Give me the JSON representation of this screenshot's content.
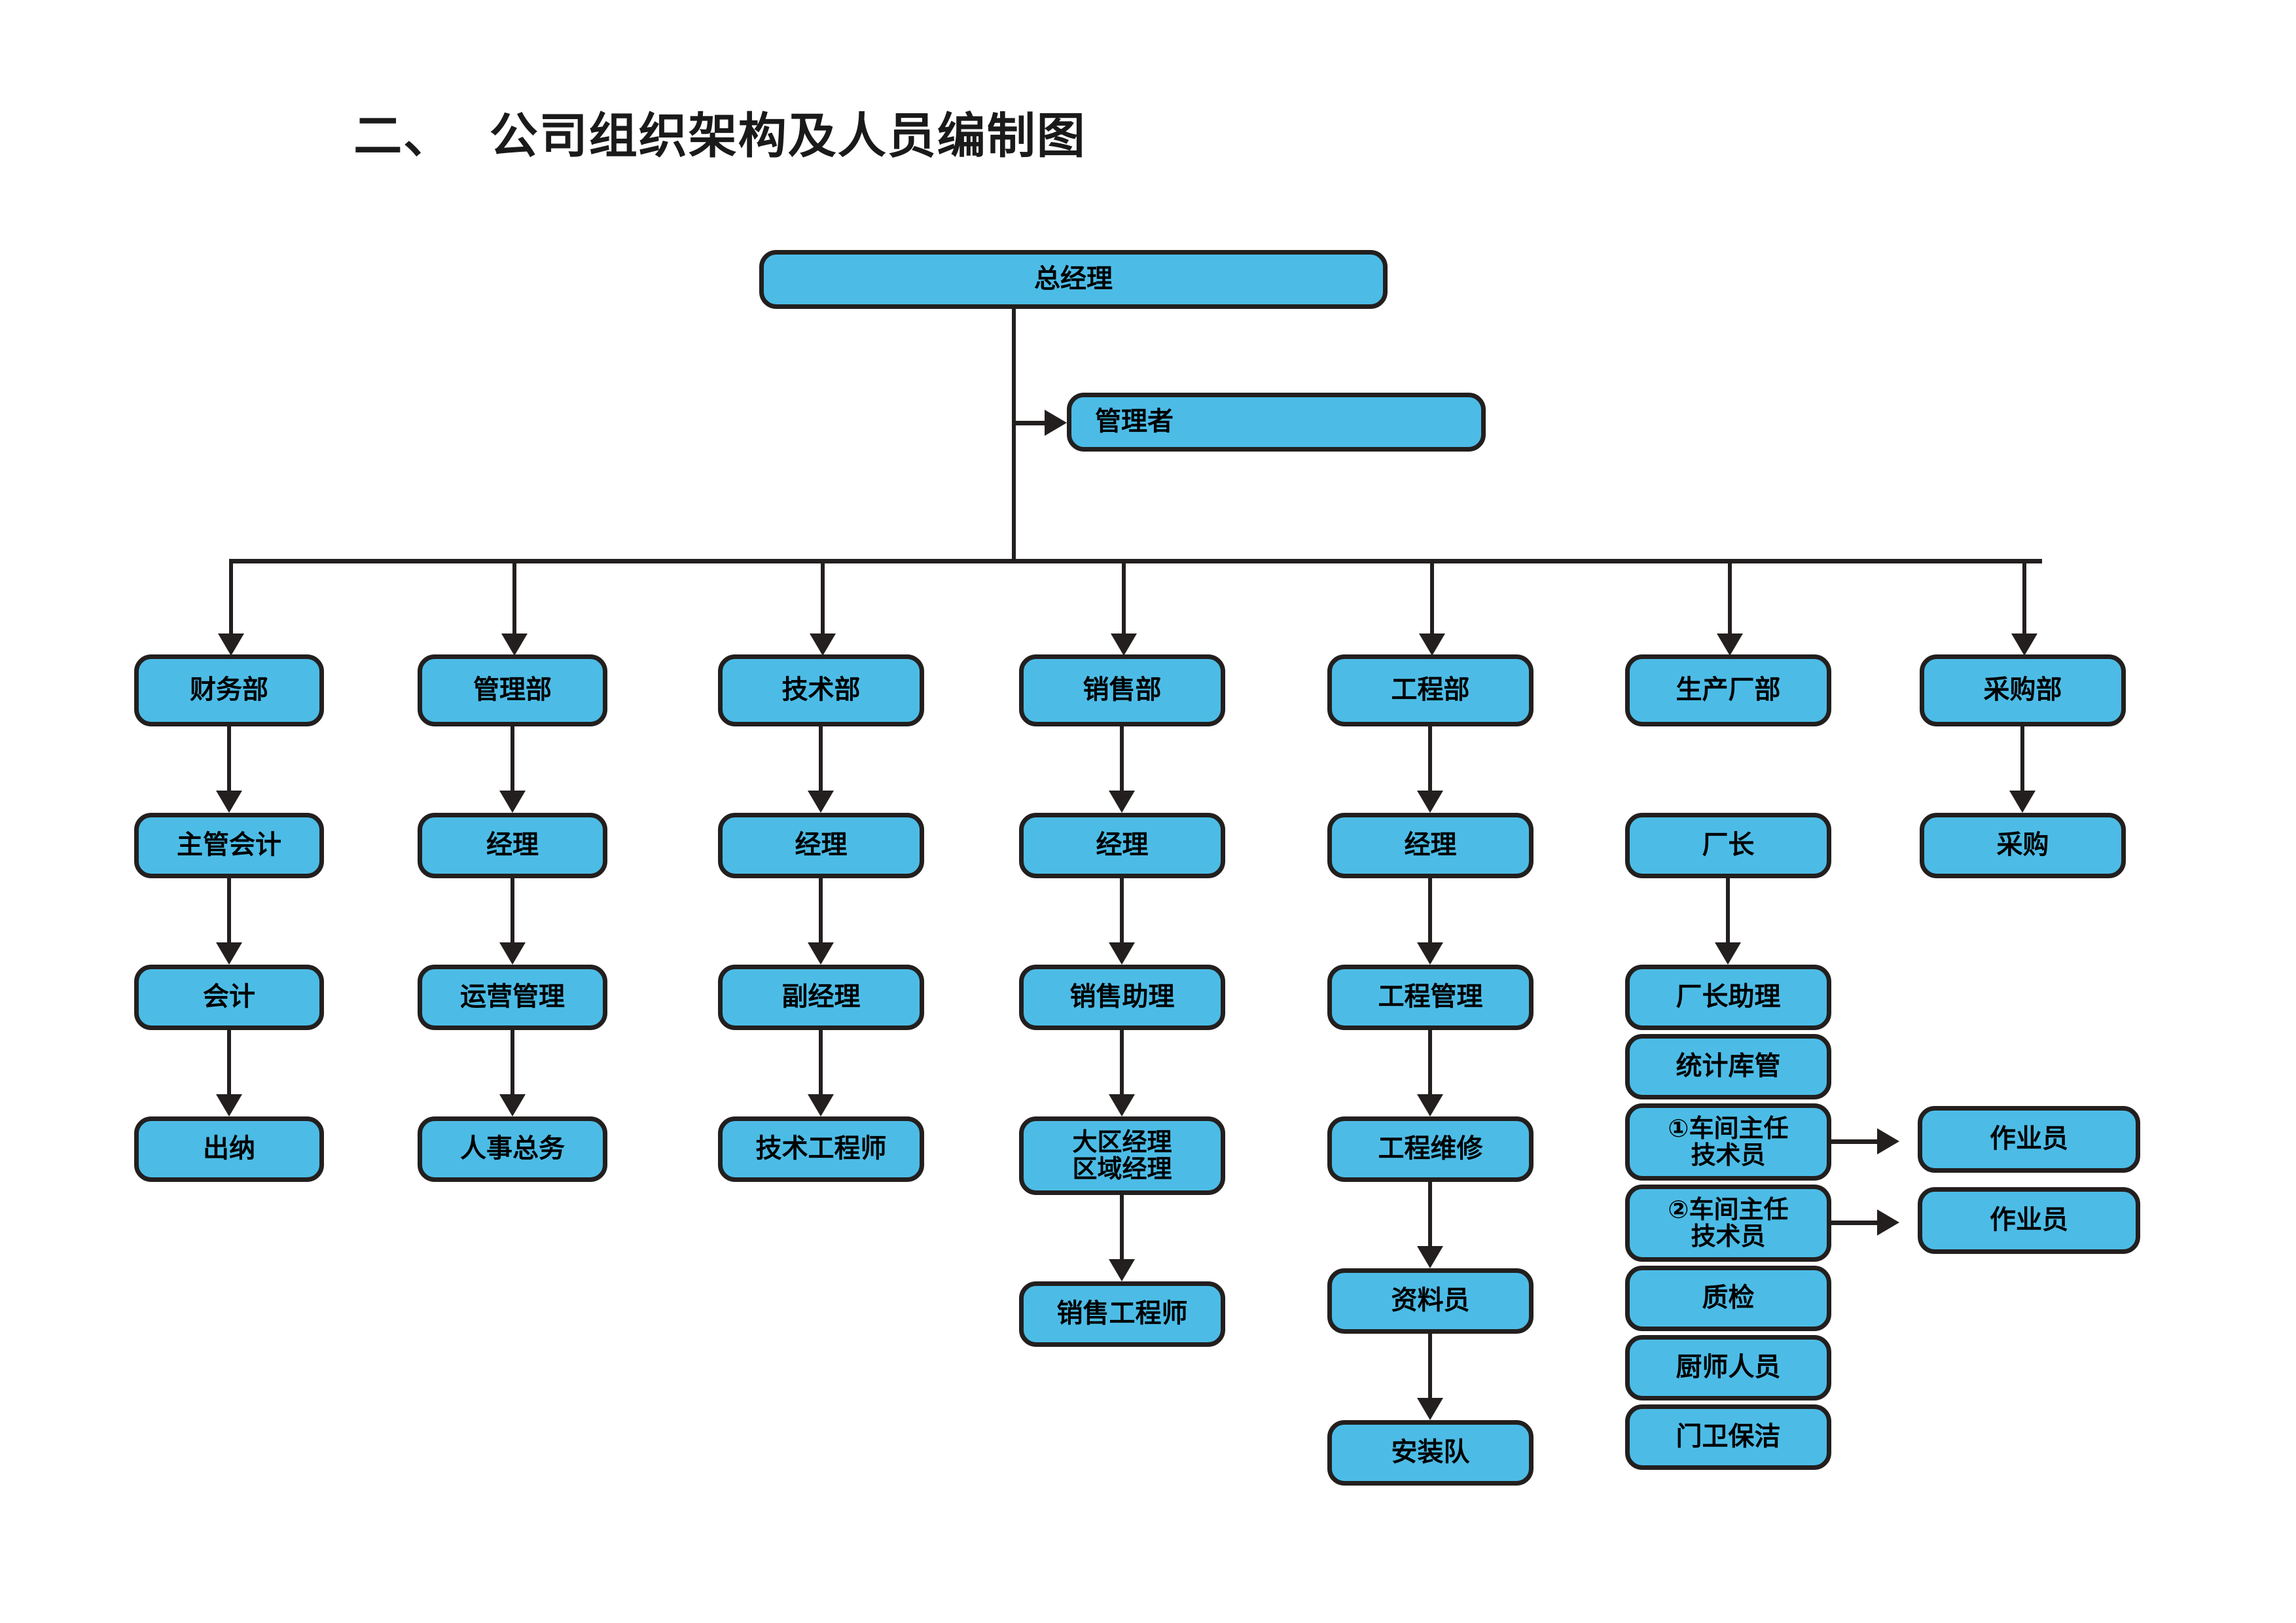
{
  "title": "二、  公司组织架构及人员编制图",
  "theme": {
    "node_fill": "#4cbce6",
    "node_border": "#231f1e",
    "page_background": "#ffffff",
    "text_color": "#000000"
  },
  "top": {
    "general_manager": "总经理",
    "manager": "管理者"
  },
  "columns": [
    {
      "department": "财务部",
      "nodes": [
        "主管会计",
        "会计",
        "出纳"
      ]
    },
    {
      "department": "管理部",
      "nodes": [
        "经理",
        "运营管理",
        "人事总务"
      ]
    },
    {
      "department": "技术部",
      "nodes": [
        "经理",
        "副经理",
        "技术工程师"
      ]
    },
    {
      "department": "销售部",
      "nodes": [
        "经理",
        "销售助理",
        "大区经理\n区域经理",
        "销售工程师"
      ]
    },
    {
      "department": "工程部",
      "nodes": [
        "经理",
        "工程管理",
        "工程维修",
        "资料员",
        "安装队"
      ]
    },
    {
      "department": "生产厂部",
      "nodes": [
        "厂长",
        "厂长助理",
        "统计库管",
        "①车间主任\n技术员",
        "②车间主任\n技术员",
        "质检",
        "厨师人员",
        "门卫保洁"
      ]
    },
    {
      "department": "采购部",
      "nodes": [
        "采购"
      ]
    }
  ],
  "operators": [
    "作业员",
    "作业员"
  ]
}
